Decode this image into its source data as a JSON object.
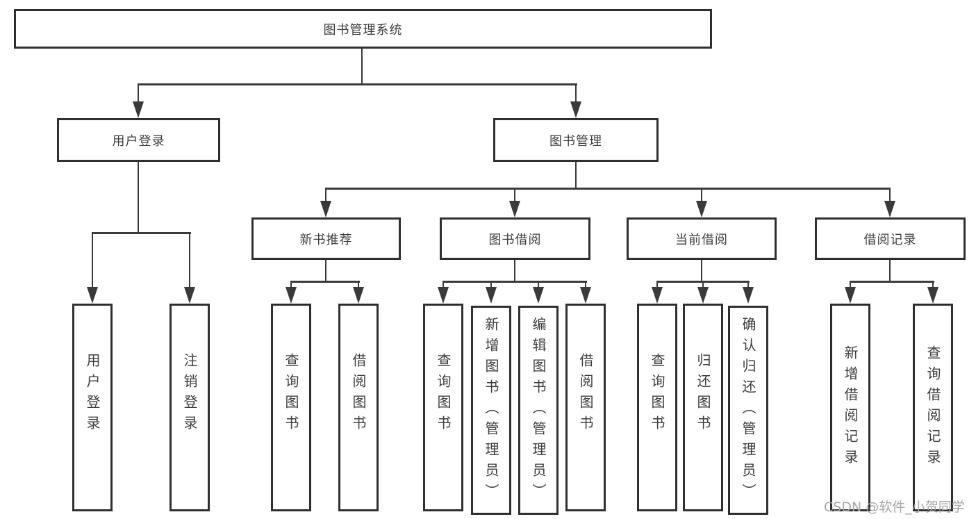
{
  "diagram": {
    "root": {
      "label": "图书管理系统"
    },
    "children": [
      {
        "label": "用户登录",
        "children": [
          {
            "label": "用户登录"
          },
          {
            "label": "注销登录"
          }
        ]
      },
      {
        "label": "图书管理",
        "children": [
          {
            "label": "新书推荐",
            "children": [
              {
                "label": "查询图书"
              },
              {
                "label": "借阅图书"
              }
            ]
          },
          {
            "label": "图书借阅",
            "children": [
              {
                "label": "查询图书"
              },
              {
                "label": "新增图书（管理员）"
              },
              {
                "label": "编辑图书（管理员）"
              },
              {
                "label": "借阅图书"
              }
            ]
          },
          {
            "label": "当前借阅",
            "children": [
              {
                "label": "查询图书"
              },
              {
                "label": "归还图书"
              },
              {
                "label": "确认归还（管理员）"
              }
            ]
          },
          {
            "label": "借阅记录",
            "children": [
              {
                "label": "新增借阅记录"
              },
              {
                "label": "查询借阅记录"
              }
            ]
          }
        ]
      }
    ]
  },
  "watermark": {
    "text": "CSDN @软件_小贺同学"
  },
  "colors": {
    "line": "#3a3a3a",
    "box_border": "#2f2f2f",
    "text": "#3d3d3d",
    "watermark": "#a6a6a6",
    "background": "#ffffff"
  }
}
